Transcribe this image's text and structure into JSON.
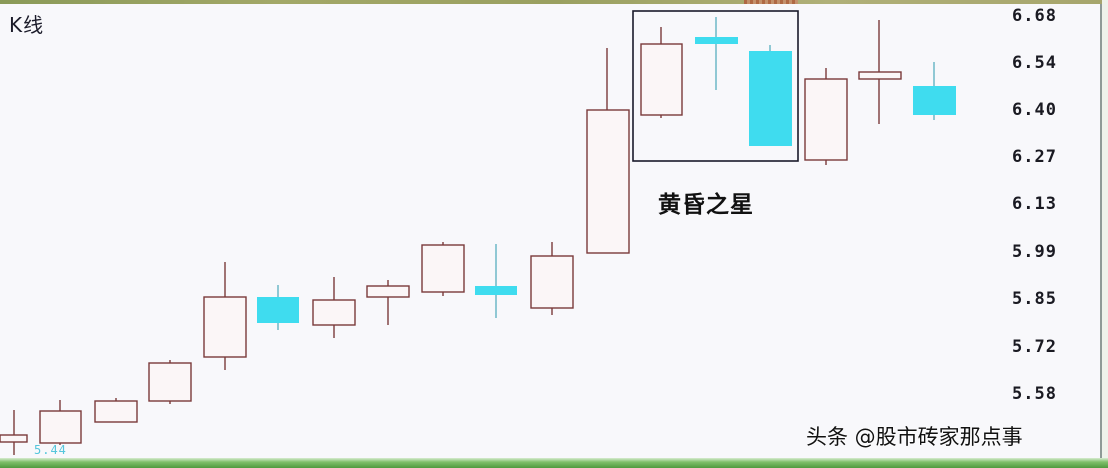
{
  "chart_data": {
    "type": "candlestick",
    "title": "K线",
    "annotation": {
      "label": "黄昏之星",
      "box_covers_candles": [
        13,
        14,
        15
      ]
    },
    "ylabel": "",
    "xlabel": "",
    "y_ticks": [
      "6.68",
      "6.54",
      "6.40",
      "6.27",
      "6.13",
      "5.99",
      "5.85",
      "5.72",
      "5.58"
    ],
    "ylim": [
      5.44,
      6.7
    ],
    "visible_low_label": "5.44",
    "colors": {
      "up": "#7a3a3a",
      "down": "#3fdcef",
      "annotation_box": "#1a1a2a"
    },
    "candles": [
      {
        "i": 1,
        "dir": "up",
        "open": 5.46,
        "close": 5.48,
        "high": 5.55,
        "low": 5.42
      },
      {
        "i": 2,
        "dir": "up",
        "open": 5.46,
        "close": 5.55,
        "high": 5.58,
        "low": 5.45
      },
      {
        "i": 3,
        "dir": "up",
        "open": 5.53,
        "close": 5.59,
        "high": 5.6,
        "low": 5.53
      },
      {
        "i": 4,
        "dir": "up",
        "open": 5.59,
        "close": 5.7,
        "high": 5.7,
        "low": 5.59
      },
      {
        "i": 5,
        "dir": "up",
        "open": 5.68,
        "close": 5.86,
        "high": 5.96,
        "low": 5.64
      },
      {
        "i": 6,
        "dir": "down",
        "open": 5.86,
        "close": 5.78,
        "high": 5.89,
        "low": 5.76
      },
      {
        "i": 7,
        "dir": "up",
        "open": 5.78,
        "close": 5.85,
        "high": 5.92,
        "low": 5.74
      },
      {
        "i": 8,
        "dir": "up",
        "open": 5.85,
        "close": 5.89,
        "high": 5.91,
        "low": 5.78
      },
      {
        "i": 9,
        "dir": "up",
        "open": 5.86,
        "close": 6.0,
        "high": 6.01,
        "low": 5.85
      },
      {
        "i": 10,
        "dir": "down",
        "open": 5.88,
        "close": 5.86,
        "high": 6.01,
        "low": 5.79
      },
      {
        "i": 11,
        "dir": "up",
        "open": 5.8,
        "close": 5.96,
        "high": 6.01,
        "low": 5.79
      },
      {
        "i": 12,
        "dir": "up",
        "open": 5.99,
        "close": 6.41,
        "high": 6.59,
        "low": 5.99
      },
      {
        "i": 13,
        "dir": "up",
        "open": 6.39,
        "close": 6.6,
        "high": 6.65,
        "low": 6.38
      },
      {
        "i": 14,
        "dir": "down",
        "open": 6.62,
        "close": 6.6,
        "high": 6.68,
        "low": 6.47
      },
      {
        "i": 15,
        "dir": "down",
        "open": 6.59,
        "close": 6.31,
        "high": 6.61,
        "low": 6.31
      },
      {
        "i": 16,
        "dir": "up",
        "open": 6.27,
        "close": 6.51,
        "high": 6.54,
        "low": 6.26
      },
      {
        "i": 17,
        "dir": "up",
        "open": 6.51,
        "close": 6.53,
        "high": 6.67,
        "low": 6.36
      },
      {
        "i": 18,
        "dir": "down",
        "open": 6.49,
        "close": 6.4,
        "high": 6.56,
        "low": 6.38
      }
    ]
  },
  "chart": {
    "title": "K线",
    "annotation_label": "黄昏之星",
    "low_label": "5.44",
    "y_axis": [
      "6.68",
      "6.54",
      "6.40",
      "6.27",
      "6.13",
      "5.99",
      "5.85",
      "5.72",
      "5.58"
    ]
  },
  "watermark": "头条 @股市砖家那点事"
}
